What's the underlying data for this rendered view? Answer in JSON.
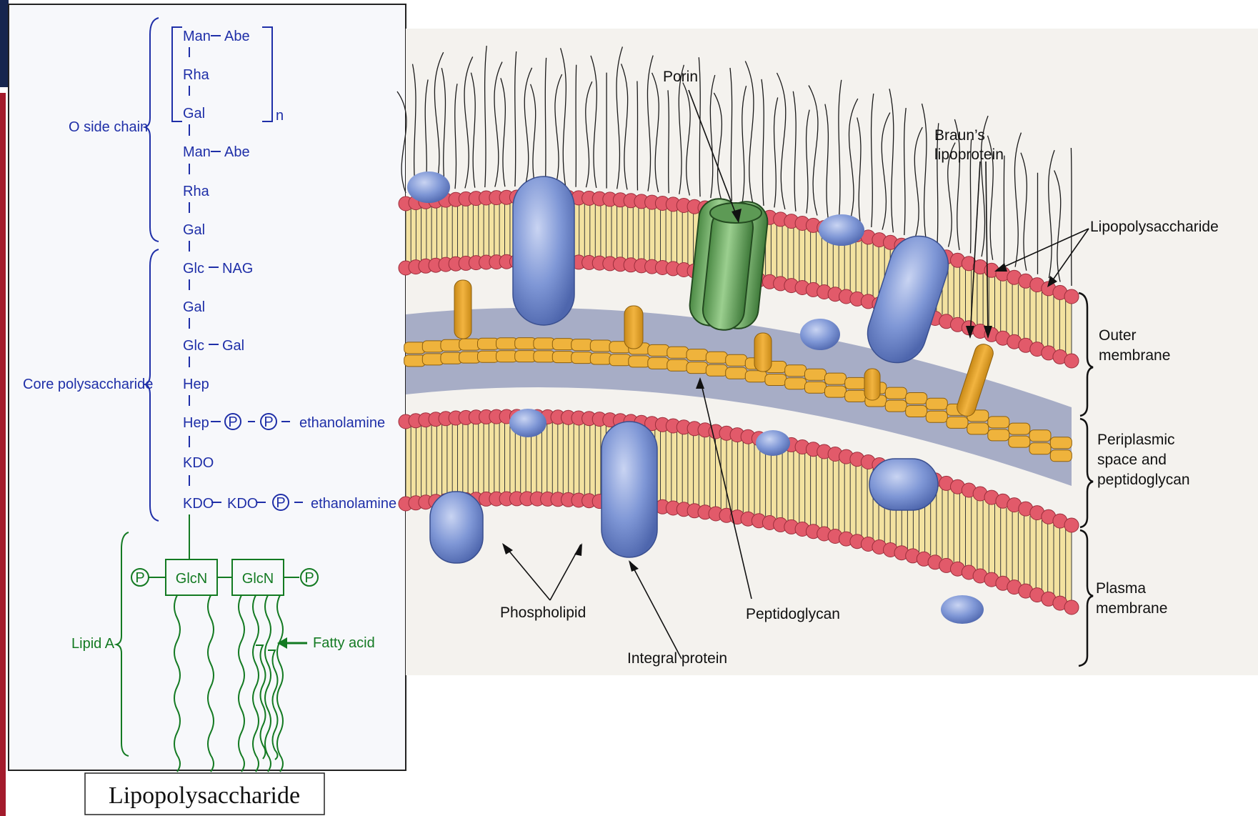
{
  "lps_panel": {
    "o_side_chain_label": "O side chain",
    "core_polysaccharide_label": "Core polysaccharide",
    "lipid_a_label": "Lipid A",
    "repeat_subscript": "n",
    "chain": {
      "man": "Man",
      "abe": "Abe",
      "rha": "Rha",
      "gal": "Gal",
      "glc": "Glc",
      "nag": "NAG",
      "hep": "Hep",
      "kdo": "KDO",
      "phosphate": "P",
      "ethanolamine": "ethanolamine",
      "glcn": "GlcN",
      "fatty_acid": "Fatty  acid"
    },
    "caption": "Lipopolysaccharide"
  },
  "envelope": {
    "labels": {
      "porin": "Porin",
      "brauns_line1": "Braun’s",
      "brauns_line2": "lipoprotein",
      "lipopolysaccharide": "Lipopolysaccharide",
      "outer_line1": "Outer",
      "outer_line2": "membrane",
      "periplasmic_line1": "Periplasmic",
      "periplasmic_line2": "space and",
      "periplasmic_line3": "peptidoglycan",
      "plasma_line1": "Plasma",
      "plasma_line2": "membrane",
      "phospholipid": "Phospholipid",
      "peptidoglycan": "Peptidoglycan",
      "integral_protein": "Integral protein"
    }
  },
  "colors": {
    "lps_blue": "#1f2fa8",
    "lipid_green": "#137a22",
    "membrane_tan": "#f3e2a0",
    "head_pink": "#e25a6a",
    "periplasm_grey": "#a7adc6",
    "protein_blue": "#7f97d6",
    "porin_green": "#6fae67",
    "peptidoglycan_orange": "#efb33c",
    "banner_navy": "#16264f",
    "banner_red": "#a31b2c"
  }
}
